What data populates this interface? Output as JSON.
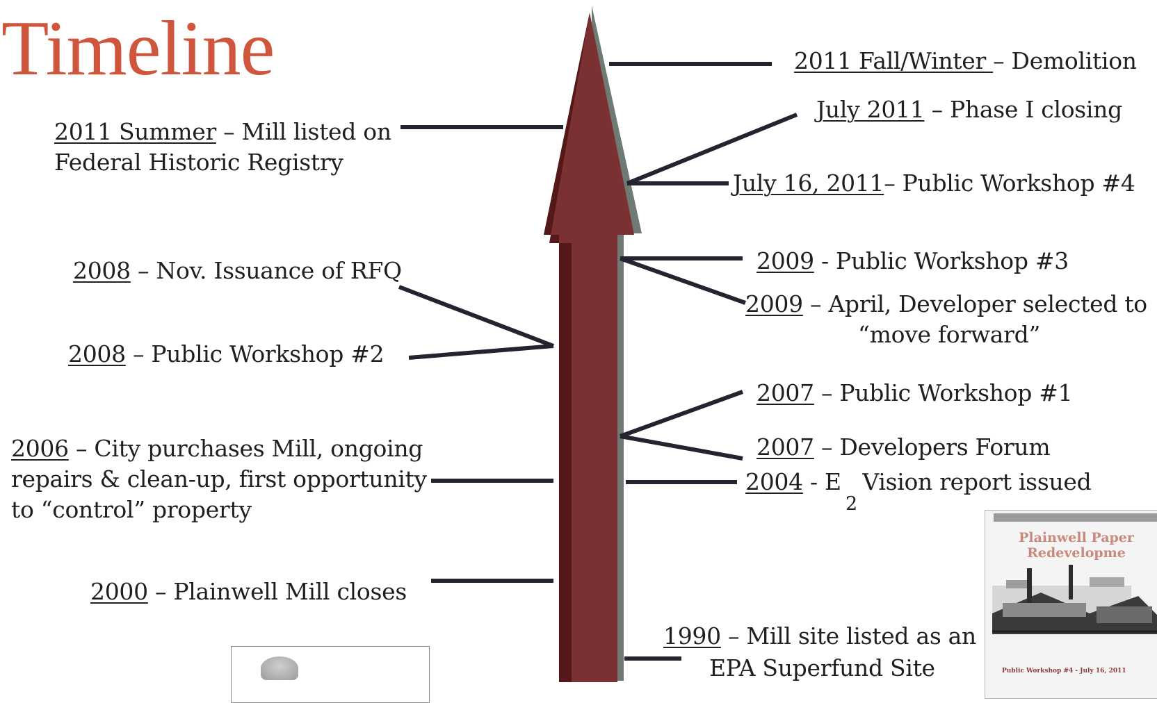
{
  "title": "Timeline",
  "colors": {
    "title": "#d0553d",
    "arrow_body": "#7b3133",
    "arrow_dark": "#55181a",
    "arrow_shadow": "#6f7a74",
    "connector": "#23242f",
    "text": "#1f1f1f"
  },
  "events_left": [
    {
      "date": "2011 Summer",
      "text": "– Mill listed on",
      "line2": "Federal Historic Registry"
    },
    {
      "date": "2008",
      "text": "– Nov. Issuance of RFQ"
    },
    {
      "date": "2008",
      "text": "– Public Workshop #2"
    },
    {
      "date": "2006",
      "text": "– City purchases Mill, ongoing",
      "line2": "repairs & clean-up, first opportunity",
      "line3": "to “control” property"
    },
    {
      "date": "2000",
      "text": "– Plainwell Mill closes"
    }
  ],
  "events_right": [
    {
      "date": "2011 Fall/Winter ",
      "text": "– Demolition"
    },
    {
      "date": "July 2011",
      "text": "– Phase I closing"
    },
    {
      "date": "July 16, 2011",
      "text": "– Public Workshop #4"
    },
    {
      "date": "2009",
      "text": "- Public Workshop #3"
    },
    {
      "date": "2009",
      "text": "– April, Developer selected to",
      "line2": "“move forward”"
    },
    {
      "date": "2007",
      "text": "– Public Workshop #1"
    },
    {
      "date": "2007",
      "text": "– Developers Forum"
    },
    {
      "date": "2004",
      "text": "- E   Vision report issued",
      "subscript": "2"
    },
    {
      "date": "1990",
      "text": "– Mill site listed as an",
      "line2": "EPA Superfund Site"
    }
  ],
  "poster": {
    "title_line1": "Plainwell Paper",
    "title_line2": "Redevelopme",
    "footer": "Public Workshop #4 - July 16, 2011"
  }
}
